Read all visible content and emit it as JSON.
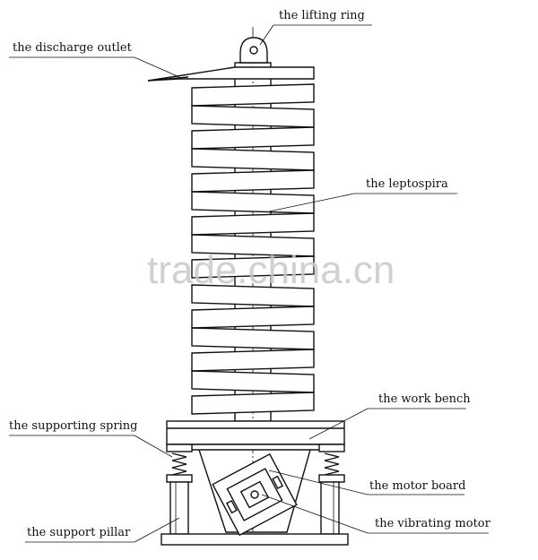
{
  "watermark": "trade.china.cn",
  "labels": {
    "lifting_ring": "the lifting ring",
    "discharge_outlet": "the discharge outlet",
    "leptospira": "the leptospira",
    "work_bench": "the work bench",
    "supporting_spring": "the supporting spring",
    "motor_board": "the motor board",
    "support_pillar": "the support pillar",
    "vibrating_motor": "the vibrating motor"
  },
  "colors": {
    "line": "#111111",
    "background": "#ffffff",
    "watermark": "#c8c8c8"
  }
}
